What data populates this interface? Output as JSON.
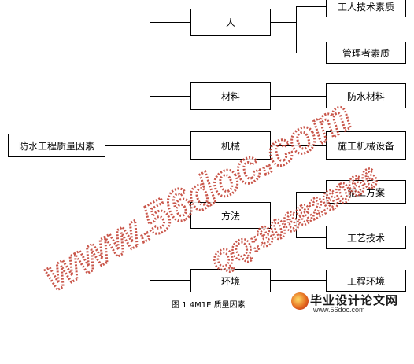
{
  "diagram": {
    "root": "防水工程质量因素",
    "categories": [
      {
        "label": "人",
        "subitems": [
          "工人技术素质",
          "管理者素质"
        ]
      },
      {
        "label": "材料",
        "subitems": [
          "防水材料"
        ]
      },
      {
        "label": "机械",
        "subitems": [
          "施工机械设备"
        ]
      },
      {
        "label": "方法",
        "subitems": [
          "施工方案",
          "工艺技术"
        ]
      },
      {
        "label": "环境",
        "subitems": [
          "工程环境"
        ]
      }
    ]
  },
  "caption": "图 1   4M1E 质量因素",
  "watermark": {
    "line1": "www.56doc.com",
    "line2": "QQ:306826066",
    "color": "#c0392b"
  },
  "badge": {
    "title": "毕业设计论文网",
    "site": "www.56doc.com"
  }
}
